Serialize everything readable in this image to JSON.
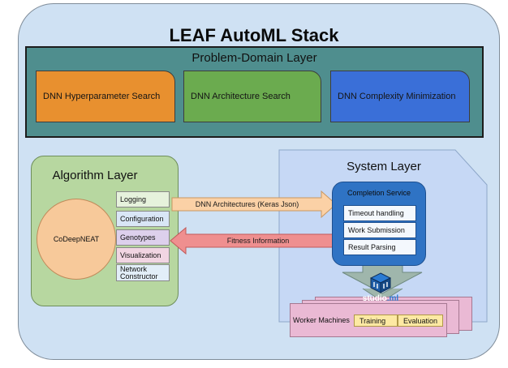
{
  "title": "LEAF AutoML Stack",
  "problem_domain": {
    "title": "Problem-Domain Layer",
    "items": [
      "DNN Hyperparameter Search",
      "DNN Architecture Search",
      "DNN Complexity Minimization"
    ]
  },
  "algorithm": {
    "title": "Algorithm Layer",
    "core": "CoDeepNEAT",
    "items": [
      "Logging",
      "Configuration",
      "Genotypes",
      "Visualization",
      "Network Constructor"
    ]
  },
  "system": {
    "title": "System Layer",
    "completion_service": {
      "title": "Completion Service",
      "items": [
        "Timeout handling",
        "Work Submission",
        "Result Parsing"
      ]
    },
    "studio_logo": {
      "prefix": "studio",
      "suffix": ".ml"
    },
    "workers": {
      "label": "Worker Machines",
      "items": [
        "Training",
        "Evaluation"
      ]
    }
  },
  "arrows": {
    "to_system": "DNN Architectures (Keras Json)",
    "to_algorithm": "Fitness Information"
  },
  "colors": {
    "outer_background": "#cfe1f3",
    "domain_layer": "#4f8e8e",
    "hyperparameter": "#e8902f",
    "architecture": "#6bab4f",
    "complexity": "#3a6fd8",
    "algorithm_layer": "#b7d7a0",
    "codeepneat": "#f7c99a",
    "system_layer": "#c6d8f5",
    "completion_service": "#2f73c4",
    "arrow_orange": "#fbd1a6",
    "arrow_red": "#ef8f8f",
    "workers": "#eab9d4",
    "worker_chip": "#fde9a3"
  }
}
